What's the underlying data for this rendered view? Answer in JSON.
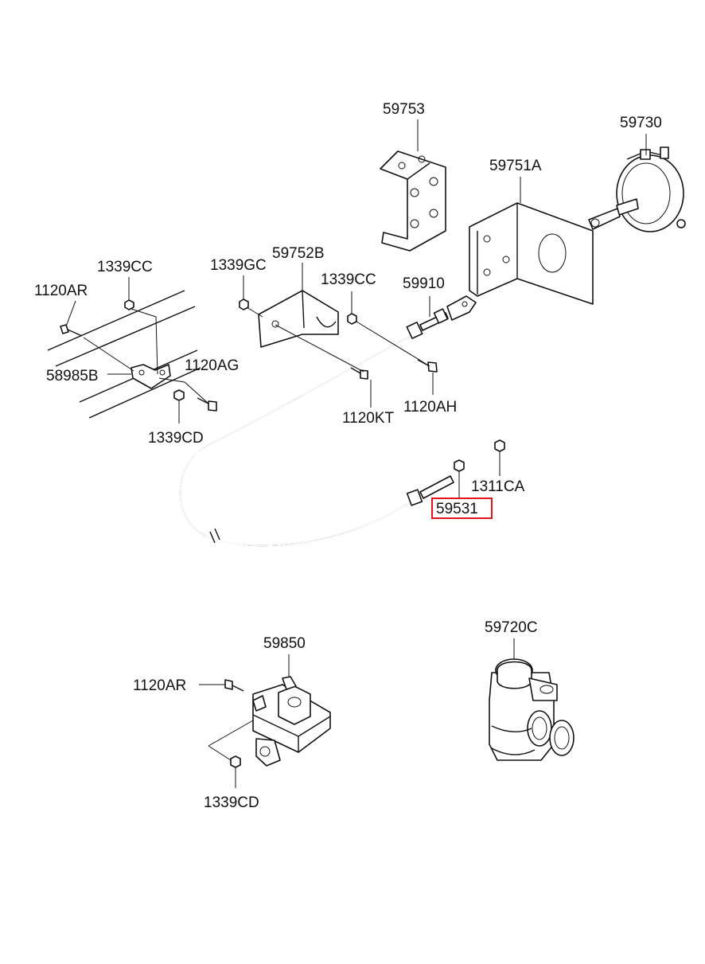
{
  "diagram": {
    "labels": {
      "p59753": "59753",
      "p59730": "59730",
      "p59751A": "59751A",
      "p1339CC_left": "1339CC",
      "p1339GC": "1339GC",
      "p59752B": "59752B",
      "p1339CC_mid": "1339CC",
      "p59910": "59910",
      "p1120AR_top": "1120AR",
      "p58985B": "58985B",
      "p1120AG": "1120AG",
      "p1339CD_top": "1339CD",
      "p1120KT": "1120KT",
      "p1120AH": "1120AH",
      "p1311CA": "1311CA",
      "p59531": "59531",
      "p59850": "59850",
      "p1120AR_bottom": "1120AR",
      "p1339CD_bottom": "1339CD",
      "p59720C": "59720C"
    },
    "highlighted_part": "59531",
    "highlight_color": "#e8141c"
  }
}
